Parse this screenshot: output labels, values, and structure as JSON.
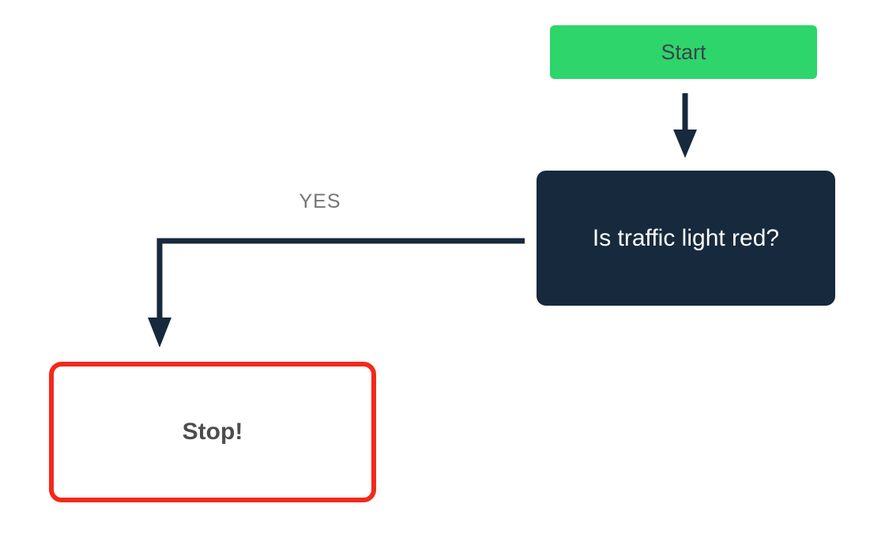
{
  "diagram": {
    "title": "traffic-light-flowchart",
    "nodes": [
      {
        "id": "start",
        "type": "start",
        "label": "Start"
      },
      {
        "id": "decision",
        "type": "decision",
        "label": "Is traffic light red?"
      },
      {
        "id": "stop",
        "type": "terminal",
        "label": "Stop!"
      }
    ],
    "edges": [
      {
        "from": "start",
        "to": "decision",
        "label": ""
      },
      {
        "from": "decision",
        "to": "stop",
        "label": "YES"
      }
    ]
  },
  "colors": {
    "green": "#2ed56a",
    "navy": "#17293c",
    "red": "#f4281c",
    "start-text": "#3c434d",
    "stop-text": "#4d4d4d",
    "label-gray": "#757575",
    "bg": "#ffffff"
  }
}
